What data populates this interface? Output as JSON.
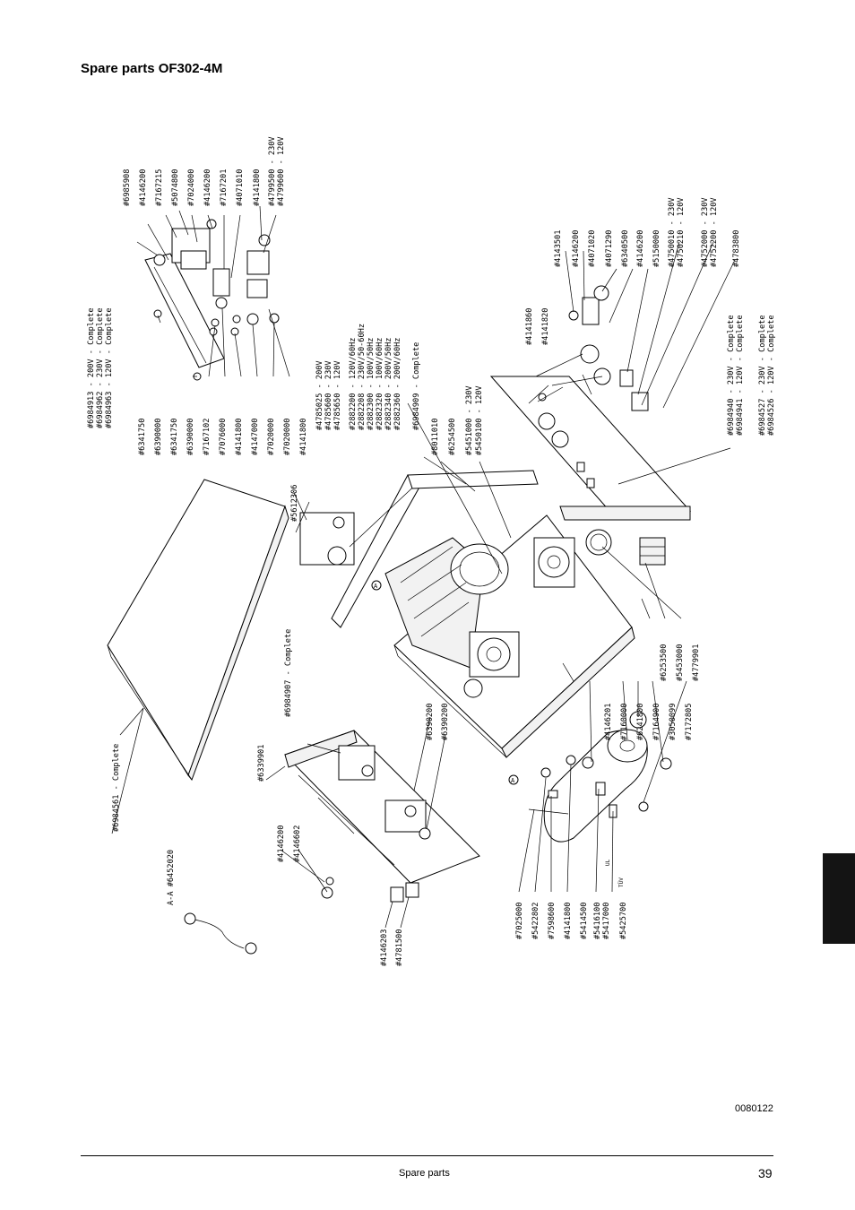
{
  "page": {
    "title": "Spare parts OF302-4M",
    "figure_id": "0080122",
    "footer_section": "Spare parts",
    "page_number": "39",
    "tab_color": "#141414"
  },
  "labels": {
    "top_left": [
      "#6341750",
      "#6390000",
      "#6341750",
      "#6390000",
      "#7167102",
      "#7076000",
      "#4141800",
      "#4147000",
      "#7020000",
      "#7020000",
      "#4141800"
    ],
    "top_left_complete": [
      "#6984913 - 200V - Complete",
      "#6984962 - 230V - Complete",
      "#6984963 - 120V - Complete"
    ],
    "top_right": [
      "#6985908",
      "#4146200",
      "#7167215",
      "#5074800",
      "#7024000",
      "#4146200",
      "#7167201",
      "#4071010",
      "#4141800"
    ],
    "top_right_pair": [
      "#4799500 - 230V",
      "#4799600 - 120V"
    ],
    "motor_group": [
      "#4785025 - 200V",
      "#4785600 - 230V",
      "#4785650 - 120V",
      "#2882200 - 120V/60Hz",
      "#2882208 - 230V/50-60Hz",
      "#2882300 - 100V/50Hz",
      "#2882320 - 100V/60Hz",
      "#2882340 - 200V/50Hz",
      "#2882360 - 200V/60Hz",
      "#6984909 - Complete"
    ],
    "center_mid": [
      "#8011010",
      "#6254500"
    ],
    "center_pair": [
      "#5451000 - 230V",
      "#5450100 - 120V"
    ],
    "right_top": [
      "#4141860",
      "#4141820",
      "#4143501",
      "#4146200",
      "#4071020",
      "#4071290",
      "#6340500",
      "#4146200",
      "#5150000"
    ],
    "right_pair_1": [
      "#4750010 - 230V",
      "#4750210 - 120V"
    ],
    "right_pair_2": [
      "#4752000 - 230V",
      "#4752200 - 120V"
    ],
    "right_single": [
      "#4783800"
    ],
    "right_complete_1": [
      "#6984940 - 230V - Complete",
      "#6984941 - 120V - Complete"
    ],
    "right_complete_2": [
      "#6984527 - 230V - Complete",
      "#6984526 - 120V - Complete"
    ],
    "cover": [
      "#5612306"
    ],
    "lid": [
      "#6984561 - Complete"
    ],
    "frame": [
      "#6984907 - Complete",
      "#6339901",
      "#6390200",
      "#6390200"
    ],
    "bottom_left": [
      "#4146200",
      "#4146602"
    ],
    "hose": [
      "A-A #6452020"
    ],
    "bottom_fittings": [
      "#4146203",
      "#4781500"
    ],
    "tank_left": [
      "#7025000",
      "#5422802",
      "#7598600",
      "#4141800",
      "#5414500",
      "#5416100",
      "#5417000",
      "#5425700"
    ],
    "tank_marks": [
      "UL",
      "TÜV"
    ],
    "tank_right": [
      "#4146201",
      "#7160000",
      "#6241800",
      "#7164900",
      "#3050099",
      "#7172805"
    ],
    "fan_right": [
      "#6253500",
      "#5453000",
      "#4779901"
    ],
    "section_marker": "A"
  }
}
